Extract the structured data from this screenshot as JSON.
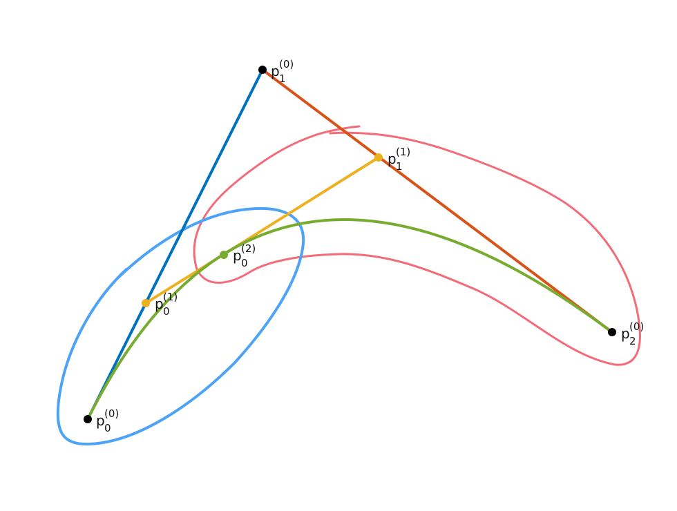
{
  "diagram": {
    "colors": {
      "segment_p0_p1": "#0072BD",
      "segment_p1_p2": "#D95319",
      "segment_level1": "#EDB120",
      "curve": "#77AC30",
      "blue_loop": "#4DA3F5",
      "red_loop": "#F26B78",
      "point_level0": "#000000",
      "point_level1": "#EDB120",
      "point_level2": "#77AC30"
    },
    "points": {
      "p0_0": {
        "base": "p",
        "sub": "0",
        "sup": "(0)"
      },
      "p1_0": {
        "base": "p",
        "sub": "1",
        "sup": "(0)"
      },
      "p2_0": {
        "base": "p",
        "sub": "2",
        "sup": "(0)"
      },
      "p0_1": {
        "base": "p",
        "sub": "0",
        "sup": "(1)"
      },
      "p1_1": {
        "base": "p",
        "sub": "1",
        "sup": "(1)"
      },
      "p0_2": {
        "base": "p",
        "sub": "0",
        "sup": "(2)"
      }
    }
  }
}
